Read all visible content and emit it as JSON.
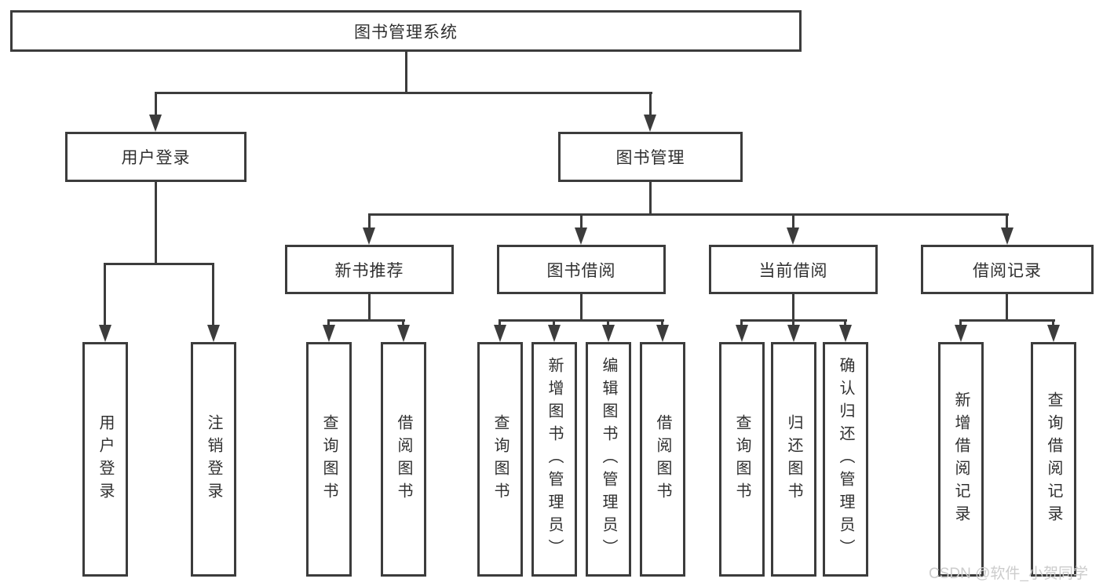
{
  "tree": {
    "root": {
      "label": "图书管理系统"
    },
    "branches": [
      {
        "label": "用户登录",
        "children": [
          {
            "label": "用户登录"
          },
          {
            "label": "注销登录"
          }
        ]
      },
      {
        "label": "图书管理",
        "children": [
          {
            "label": "新书推荐",
            "children": [
              {
                "label": "查询图书"
              },
              {
                "label": "借阅图书"
              }
            ]
          },
          {
            "label": "图书借阅",
            "children": [
              {
                "label": "查询图书"
              },
              {
                "label": "新增图书（管理员）"
              },
              {
                "label": "编辑图书（管理员）"
              },
              {
                "label": "借阅图书"
              }
            ]
          },
          {
            "label": "当前借阅",
            "children": [
              {
                "label": "查询图书"
              },
              {
                "label": "归还图书"
              },
              {
                "label": "确认归还（管理员）"
              }
            ]
          },
          {
            "label": "借阅记录",
            "children": [
              {
                "label": "新增借阅记录"
              },
              {
                "label": "查询借阅记录"
              }
            ]
          }
        ]
      }
    ]
  },
  "watermark": {
    "text": "CSDN @软件_小贺同学"
  },
  "colors": {
    "line": "#3c3c3c",
    "text": "#303030",
    "background": "#ffffff",
    "watermark": "#cccccc"
  }
}
